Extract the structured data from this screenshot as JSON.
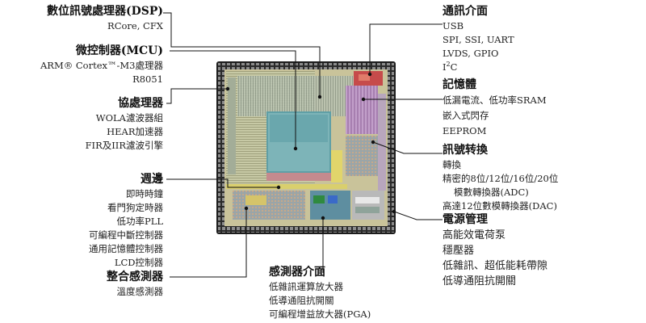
{
  "diagram": {
    "blocks": {
      "dsp": {
        "title": "數位訊號處理器(DSP)",
        "items": [
          "RCore, CFX"
        ]
      },
      "mcu": {
        "title": "微控制器(MCU)",
        "items": [
          "ARM® Cortex™-M3處理器",
          "R8051"
        ]
      },
      "coprocessor": {
        "title": "協處理器",
        "items": [
          "WOLA濾波器組",
          "HEAR加速器",
          "FIR及IIR濾波引擎"
        ]
      },
      "peripherals": {
        "title": "週邊",
        "items": [
          "即時時鐘",
          "看門狗定時器",
          "低功率PLL",
          "可編程中斷控制器",
          "通用記憶體控制器",
          "LCD控制器"
        ]
      },
      "sensors": {
        "title": "整合感測器",
        "items": [
          "溫度感測器"
        ]
      },
      "sensor_interface": {
        "title": "感測器介面",
        "items": [
          "低雜訊運算放大器",
          "低導通阻抗開關",
          "可編程增益放大器(PGA)"
        ]
      },
      "comm": {
        "title": "通訊介面",
        "items": [
          "USB",
          "SPI, SSI, UART",
          "LVDS, GPIO"
        ],
        "i2c_base": "I",
        "i2c_sup": "2",
        "i2c_tail": "C"
      },
      "memory": {
        "title": "記憶體",
        "items": [
          "低漏電流、低功率SRAM",
          "嵌入式閃存",
          "EEPROM"
        ]
      },
      "signal_conv": {
        "title": "訊號转換",
        "items": [
          "轉換",
          "精密的8位/12位/16位/20位",
          "模數轉換器(ADC)",
          "高達12位數模轉換器(DAC)"
        ]
      },
      "power": {
        "title": "電源管理",
        "items": [
          "高能效電荷泵",
          "穩壓器",
          "低雜訊、超低能耗帶隙",
          "低導通阻抗開關"
        ]
      }
    }
  }
}
